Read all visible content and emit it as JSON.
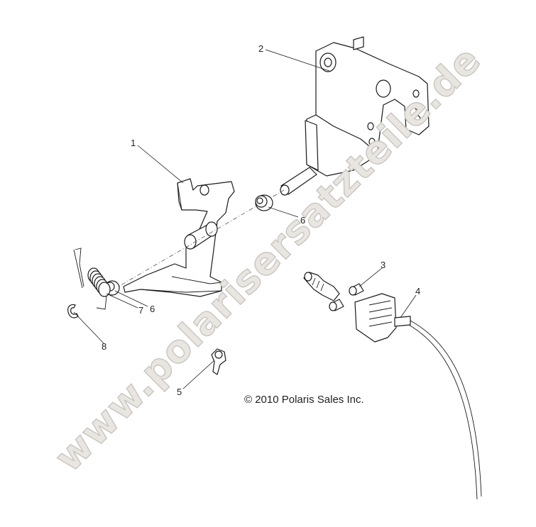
{
  "watermark": "www.polarisersatzteile.de",
  "copyright": "© 2010 Polaris Sales Inc.",
  "callouts": {
    "c1": "1",
    "c2": "2",
    "c3": "3",
    "c4": "4",
    "c5": "5",
    "c6a": "6",
    "c6b": "6",
    "c7": "7",
    "c8": "8"
  }
}
